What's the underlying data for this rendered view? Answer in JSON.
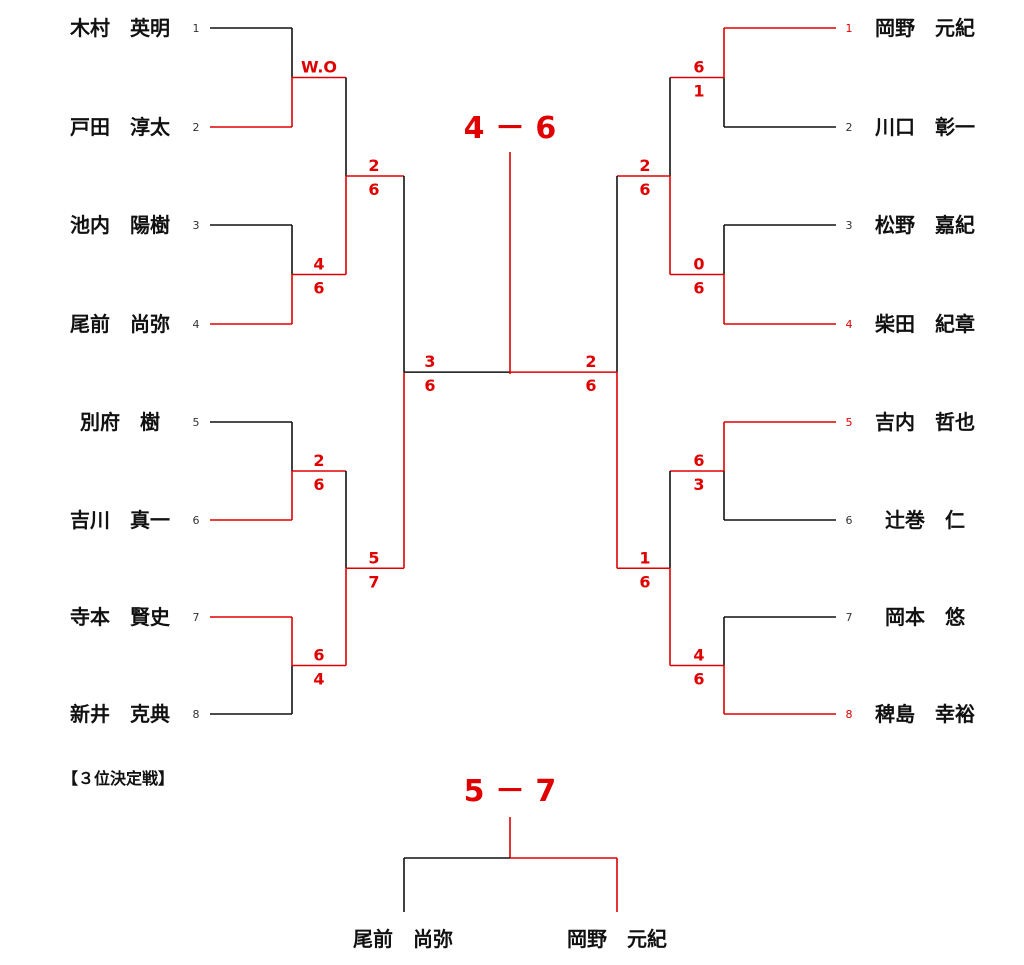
{
  "colors": {
    "win": "#e00000",
    "lose": "#111111"
  },
  "left_players": [
    {
      "seed": "1",
      "name": "木村　英明"
    },
    {
      "seed": "2",
      "name": "戸田　淳太"
    },
    {
      "seed": "3",
      "name": "池内　陽樹"
    },
    {
      "seed": "4",
      "name": "尾前　尚弥"
    },
    {
      "seed": "5",
      "name": "別府　樹"
    },
    {
      "seed": "6",
      "name": "吉川　真一"
    },
    {
      "seed": "7",
      "name": "寺本　賢史"
    },
    {
      "seed": "8",
      "name": "新井　克典"
    }
  ],
  "right_players": [
    {
      "seed": "1",
      "name": "岡野　元紀"
    },
    {
      "seed": "2",
      "name": "川口　彰一"
    },
    {
      "seed": "3",
      "name": "松野　嘉紀"
    },
    {
      "seed": "4",
      "name": "柴田　紀章"
    },
    {
      "seed": "5",
      "name": "吉内　哲也"
    },
    {
      "seed": "6",
      "name": "辻巻　仁"
    },
    {
      "seed": "7",
      "name": "岡本　悠"
    },
    {
      "seed": "8",
      "name": "稗島　幸裕"
    }
  ],
  "left_r1": [
    {
      "top": "W.O",
      "bottom": "",
      "winner": "bottom"
    },
    {
      "top": "4",
      "bottom": "6",
      "winner": "bottom"
    },
    {
      "top": "2",
      "bottom": "6",
      "winner": "bottom"
    },
    {
      "top": "6",
      "bottom": "4",
      "winner": "top"
    }
  ],
  "left_r2": [
    {
      "top": "2",
      "bottom": "6",
      "winner": "bottom"
    },
    {
      "top": "5",
      "bottom": "7",
      "winner": "bottom"
    }
  ],
  "left_r3": {
    "top": "3",
    "bottom": "6",
    "winner": "bottom"
  },
  "right_r1": [
    {
      "top": "6",
      "bottom": "1",
      "winner": "top"
    },
    {
      "top": "0",
      "bottom": "6",
      "winner": "bottom"
    },
    {
      "top": "6",
      "bottom": "3",
      "winner": "top"
    },
    {
      "top": "4",
      "bottom": "6",
      "winner": "bottom"
    }
  ],
  "right_r2": [
    {
      "top": "2",
      "bottom": "6",
      "winner": "bottom"
    },
    {
      "top": "1",
      "bottom": "6",
      "winner": "bottom"
    }
  ],
  "right_r3": {
    "top": "2",
    "bottom": "6",
    "winner": "bottom"
  },
  "final": {
    "score": "4 － 6",
    "winner": "right"
  },
  "third_place": {
    "title": "【３位決定戦】",
    "score": "5 － 7",
    "left_name": "尾前　尚弥",
    "right_name": "岡野　元紀",
    "winner": "right"
  }
}
